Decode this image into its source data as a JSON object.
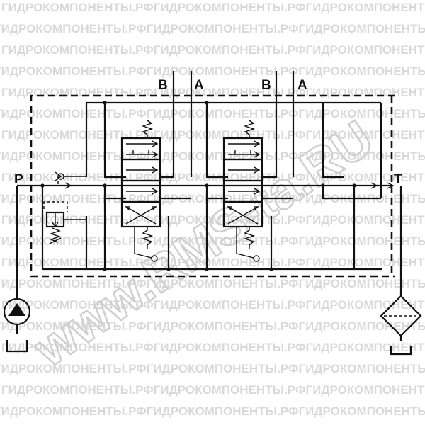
{
  "watermark": {
    "row_text": "ГИДРОКОМПОНЕНТЫ.РФГИДРОКОМПОНЕНТЫ.РФГИДРОКОМПОНЕНТЫ.РФ",
    "diagonal_text": "www.RMS-ta.RU"
  },
  "ports": {
    "p": "P",
    "t": "T",
    "section1_b": "B",
    "section1_a": "A",
    "section2_b": "B",
    "section2_a": "A"
  },
  "colors": {
    "line": "#111111",
    "watermark": "#d9d9d9",
    "background": "#ffffff"
  },
  "icons": {
    "pump": "pump-icon",
    "filter": "filter-icon",
    "relief_valve": "relief-valve-icon",
    "check_valve": "check-valve-icon",
    "spring": "spring-icon",
    "spool_lever": "lever-icon"
  }
}
